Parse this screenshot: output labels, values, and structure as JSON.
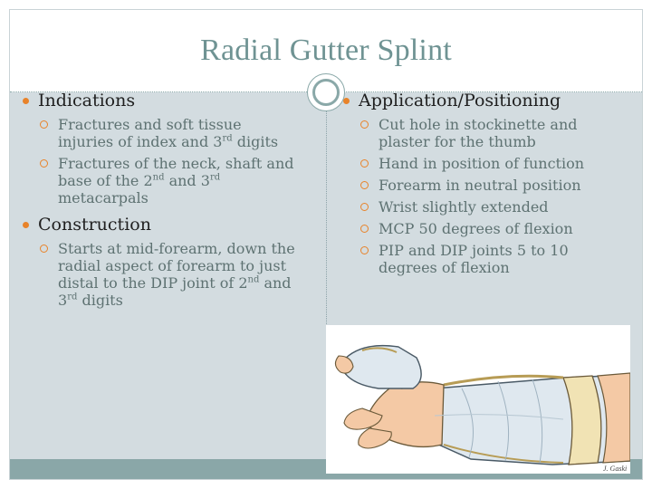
{
  "slide": {
    "title": "Radial Gutter Splint"
  },
  "left_column": {
    "indications": {
      "heading": "Indications",
      "item1": {
        "text_a": "Fractures and soft tissue injuries of index and 3",
        "sup": "rd",
        "text_b": " digits"
      },
      "item2": {
        "text_a": "Fractures of the neck, shaft and base of the 2",
        "sup_a": "nd",
        "text_mid": " and 3",
        "sup_b": "rd",
        "text_b": " metacarpals"
      }
    },
    "construction": {
      "heading": "Construction",
      "item1": {
        "text_a": "Starts at mid-forearm, down the radial aspect of forearm to just distal to the DIP joint of 2",
        "sup_a": "nd",
        "text_mid": " and 3",
        "sup_b": "rd",
        "text_b": " digits"
      }
    }
  },
  "right_column": {
    "heading": "Application/Positioning",
    "items": [
      "Cut hole in stockinette and plaster for the thumb",
      "Hand in position of function",
      "Forearm in neutral position",
      "Wrist slightly extended",
      "MCP 50 degrees of flexion",
      "PIP and DIP joints 5 to 10 degrees of flexion"
    ]
  },
  "illustration": {
    "signature": "J. Gaski"
  },
  "colors": {
    "title": "#6f9393",
    "content_background": "#d3dce0",
    "bullet_accent": "#e8832a",
    "footer_band": "#8aa7a8",
    "sub_text": "#5e7272"
  }
}
